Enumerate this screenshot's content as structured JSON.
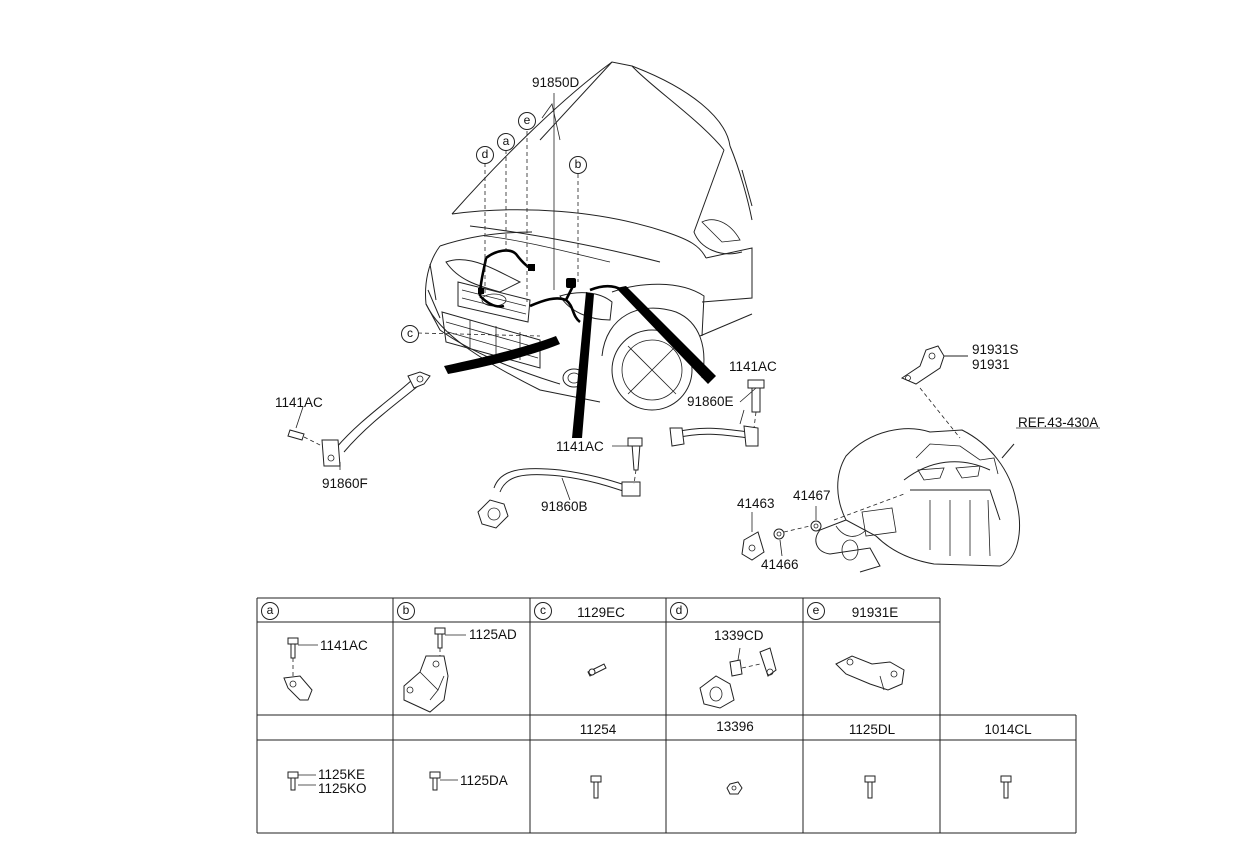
{
  "upper_labels": {
    "main_harness": "91850D",
    "bolt_left": "1141AC",
    "cable_left": "91860F",
    "bolt_mid": "1141AC",
    "cable_mid": "91860B",
    "bolt_right": "1141AC",
    "cable_right": "91860E",
    "bracket_1": "91931S",
    "bracket_2": "91931",
    "ref": "REF.43-430A",
    "part_41463": "41463",
    "part_41467": "41467",
    "part_41466": "41466"
  },
  "callouts": {
    "a": "a",
    "b": "b",
    "c": "c",
    "d": "d",
    "e": "e"
  },
  "table": {
    "row1": [
      {
        "callout": "a",
        "header": "",
        "parts": [
          "1141AC"
        ]
      },
      {
        "callout": "b",
        "header": "",
        "parts": [
          "1125AD"
        ]
      },
      {
        "callout": "c",
        "header": "1129EC",
        "parts": []
      },
      {
        "callout": "d",
        "header": "",
        "parts": [
          "1339CD"
        ]
      },
      {
        "callout": "e",
        "header": "91931E",
        "parts": []
      }
    ],
    "row2": [
      {
        "header": "",
        "parts": [
          "1125KE",
          "1125KO"
        ]
      },
      {
        "header": "",
        "parts": [
          "1125DA"
        ]
      },
      {
        "header": "11254",
        "parts": []
      },
      {
        "header": "13396",
        "parts": []
      },
      {
        "header": "1125DL",
        "parts": []
      },
      {
        "header": "1014CL",
        "parts": []
      }
    ]
  }
}
